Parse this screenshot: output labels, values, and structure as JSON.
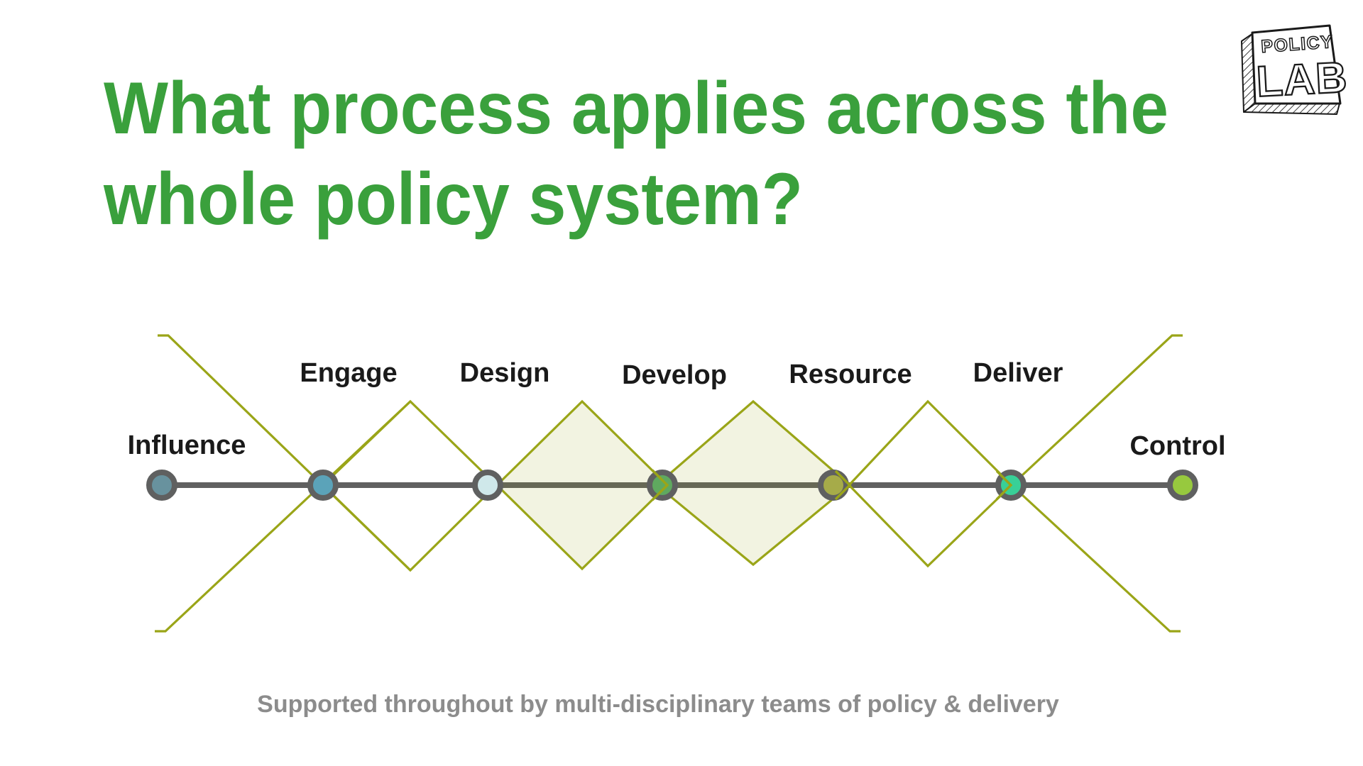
{
  "slide": {
    "title_line1": "What process applies across the",
    "title_line2": "whole policy system?",
    "footer": "Supported throughout by multi-disciplinary teams of policy & delivery"
  },
  "logo": {
    "top": "POLICY",
    "bottom": "LAB"
  },
  "colors": {
    "title_green": "#3AA03C",
    "olive": "#9AA518",
    "diamond_fill_wash": "#EFF1DA",
    "line_gray": "#606060",
    "node_ring": "#5F6060",
    "label_ink": "#1A1A1A",
    "footer_gray": "#8C8C8C",
    "logo_ink": "#1A1A1A"
  },
  "diagram": {
    "stages": [
      {
        "label": "Influence",
        "fill": "#68929E"
      },
      {
        "label": "Engage",
        "fill": "#5BA3B9"
      },
      {
        "label": "Design",
        "fill": "#CFE8EA"
      },
      {
        "label": "Develop",
        "fill": "#5FA95F"
      },
      {
        "label": "Resource",
        "fill": "#A6AB49"
      },
      {
        "label": "Deliver",
        "fill": "#38D097"
      },
      {
        "label": "Control",
        "fill": "#97C93E"
      }
    ]
  }
}
